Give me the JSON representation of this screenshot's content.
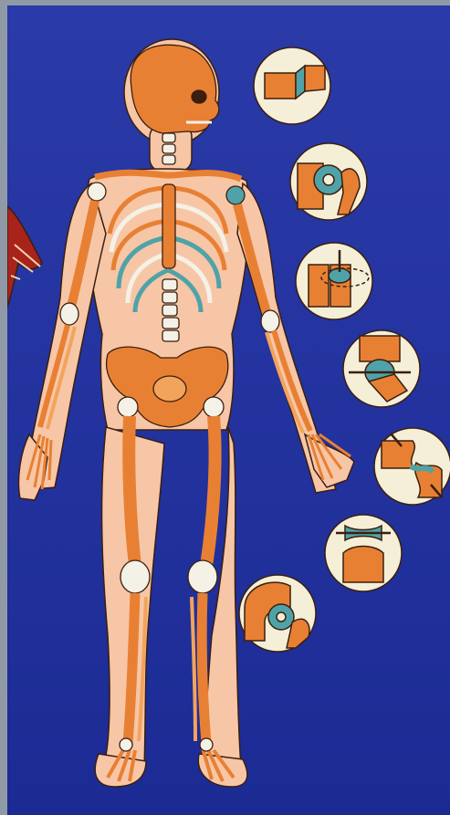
{
  "image": {
    "subject": "human-skeleton-with-joint-types",
    "joint_diagrams": [
      "plane-joint",
      "ball-and-socket-joint",
      "pivot-joint",
      "hinge-joint",
      "saddle-joint",
      "condyloid-joint",
      "ball-and-socket-joint"
    ]
  },
  "colors": {
    "background": "#20309e",
    "border": "#8f9aa6",
    "body_outline": "#f7c6a6",
    "bone": "#e88034",
    "bone_light": "#f2a45c",
    "cartilage": "#4fa3a8",
    "ligament_white": "#f4f1e6",
    "disc_cream": "#f4efd6",
    "outline_dark": "#3a1e0e"
  }
}
